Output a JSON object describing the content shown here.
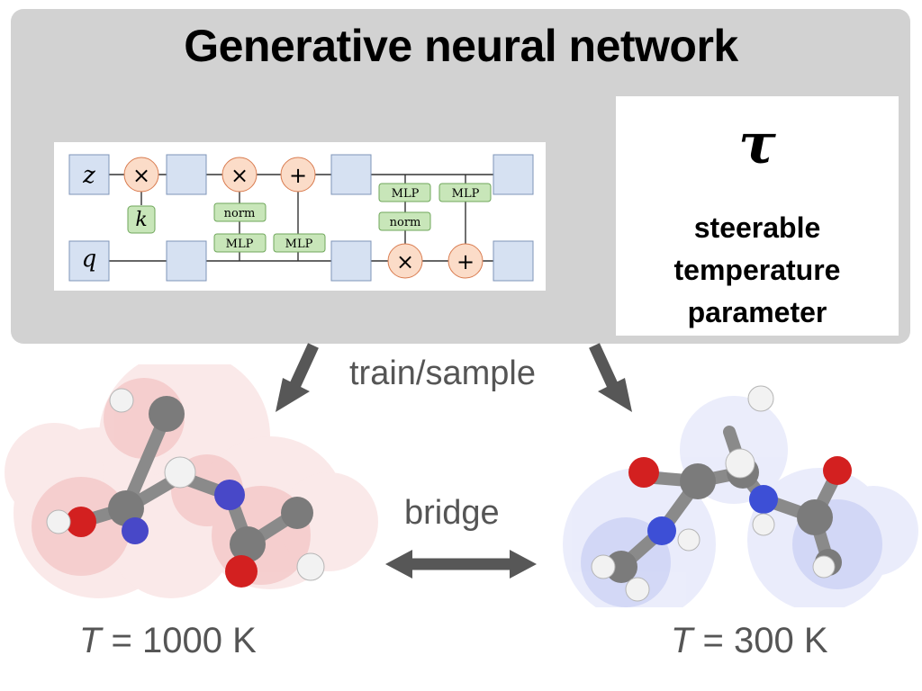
{
  "title": "Generative neural network",
  "architecture": {
    "nodes": {
      "z": "z",
      "q": "q",
      "k": "k",
      "norm": "norm",
      "mlp": "MLP"
    },
    "operators": {
      "multiply": "×",
      "add": "+"
    }
  },
  "parameter_box": {
    "symbol": "τ",
    "line1": "steerable",
    "line2": "temperature",
    "line3": "parameter"
  },
  "flow_label": "train/sample",
  "bridge_label": "bridge",
  "temperatures": {
    "high": {
      "symbol": "T",
      "rest": " = 1000 K"
    },
    "low": {
      "symbol": "T",
      "rest": " = 300 K"
    }
  },
  "colors": {
    "panel": "#d2d2d2",
    "block": "#d6e1f2",
    "block_border": "#7f95b8",
    "op_fill": "#fbdcc8",
    "op_border": "#d97c50",
    "mlp_fill": "#c8e6b9",
    "mlp_border": "#6fa75b",
    "arrow": "#575757",
    "high_T": "#d43c3c",
    "low_T": "#3c4fd4"
  }
}
